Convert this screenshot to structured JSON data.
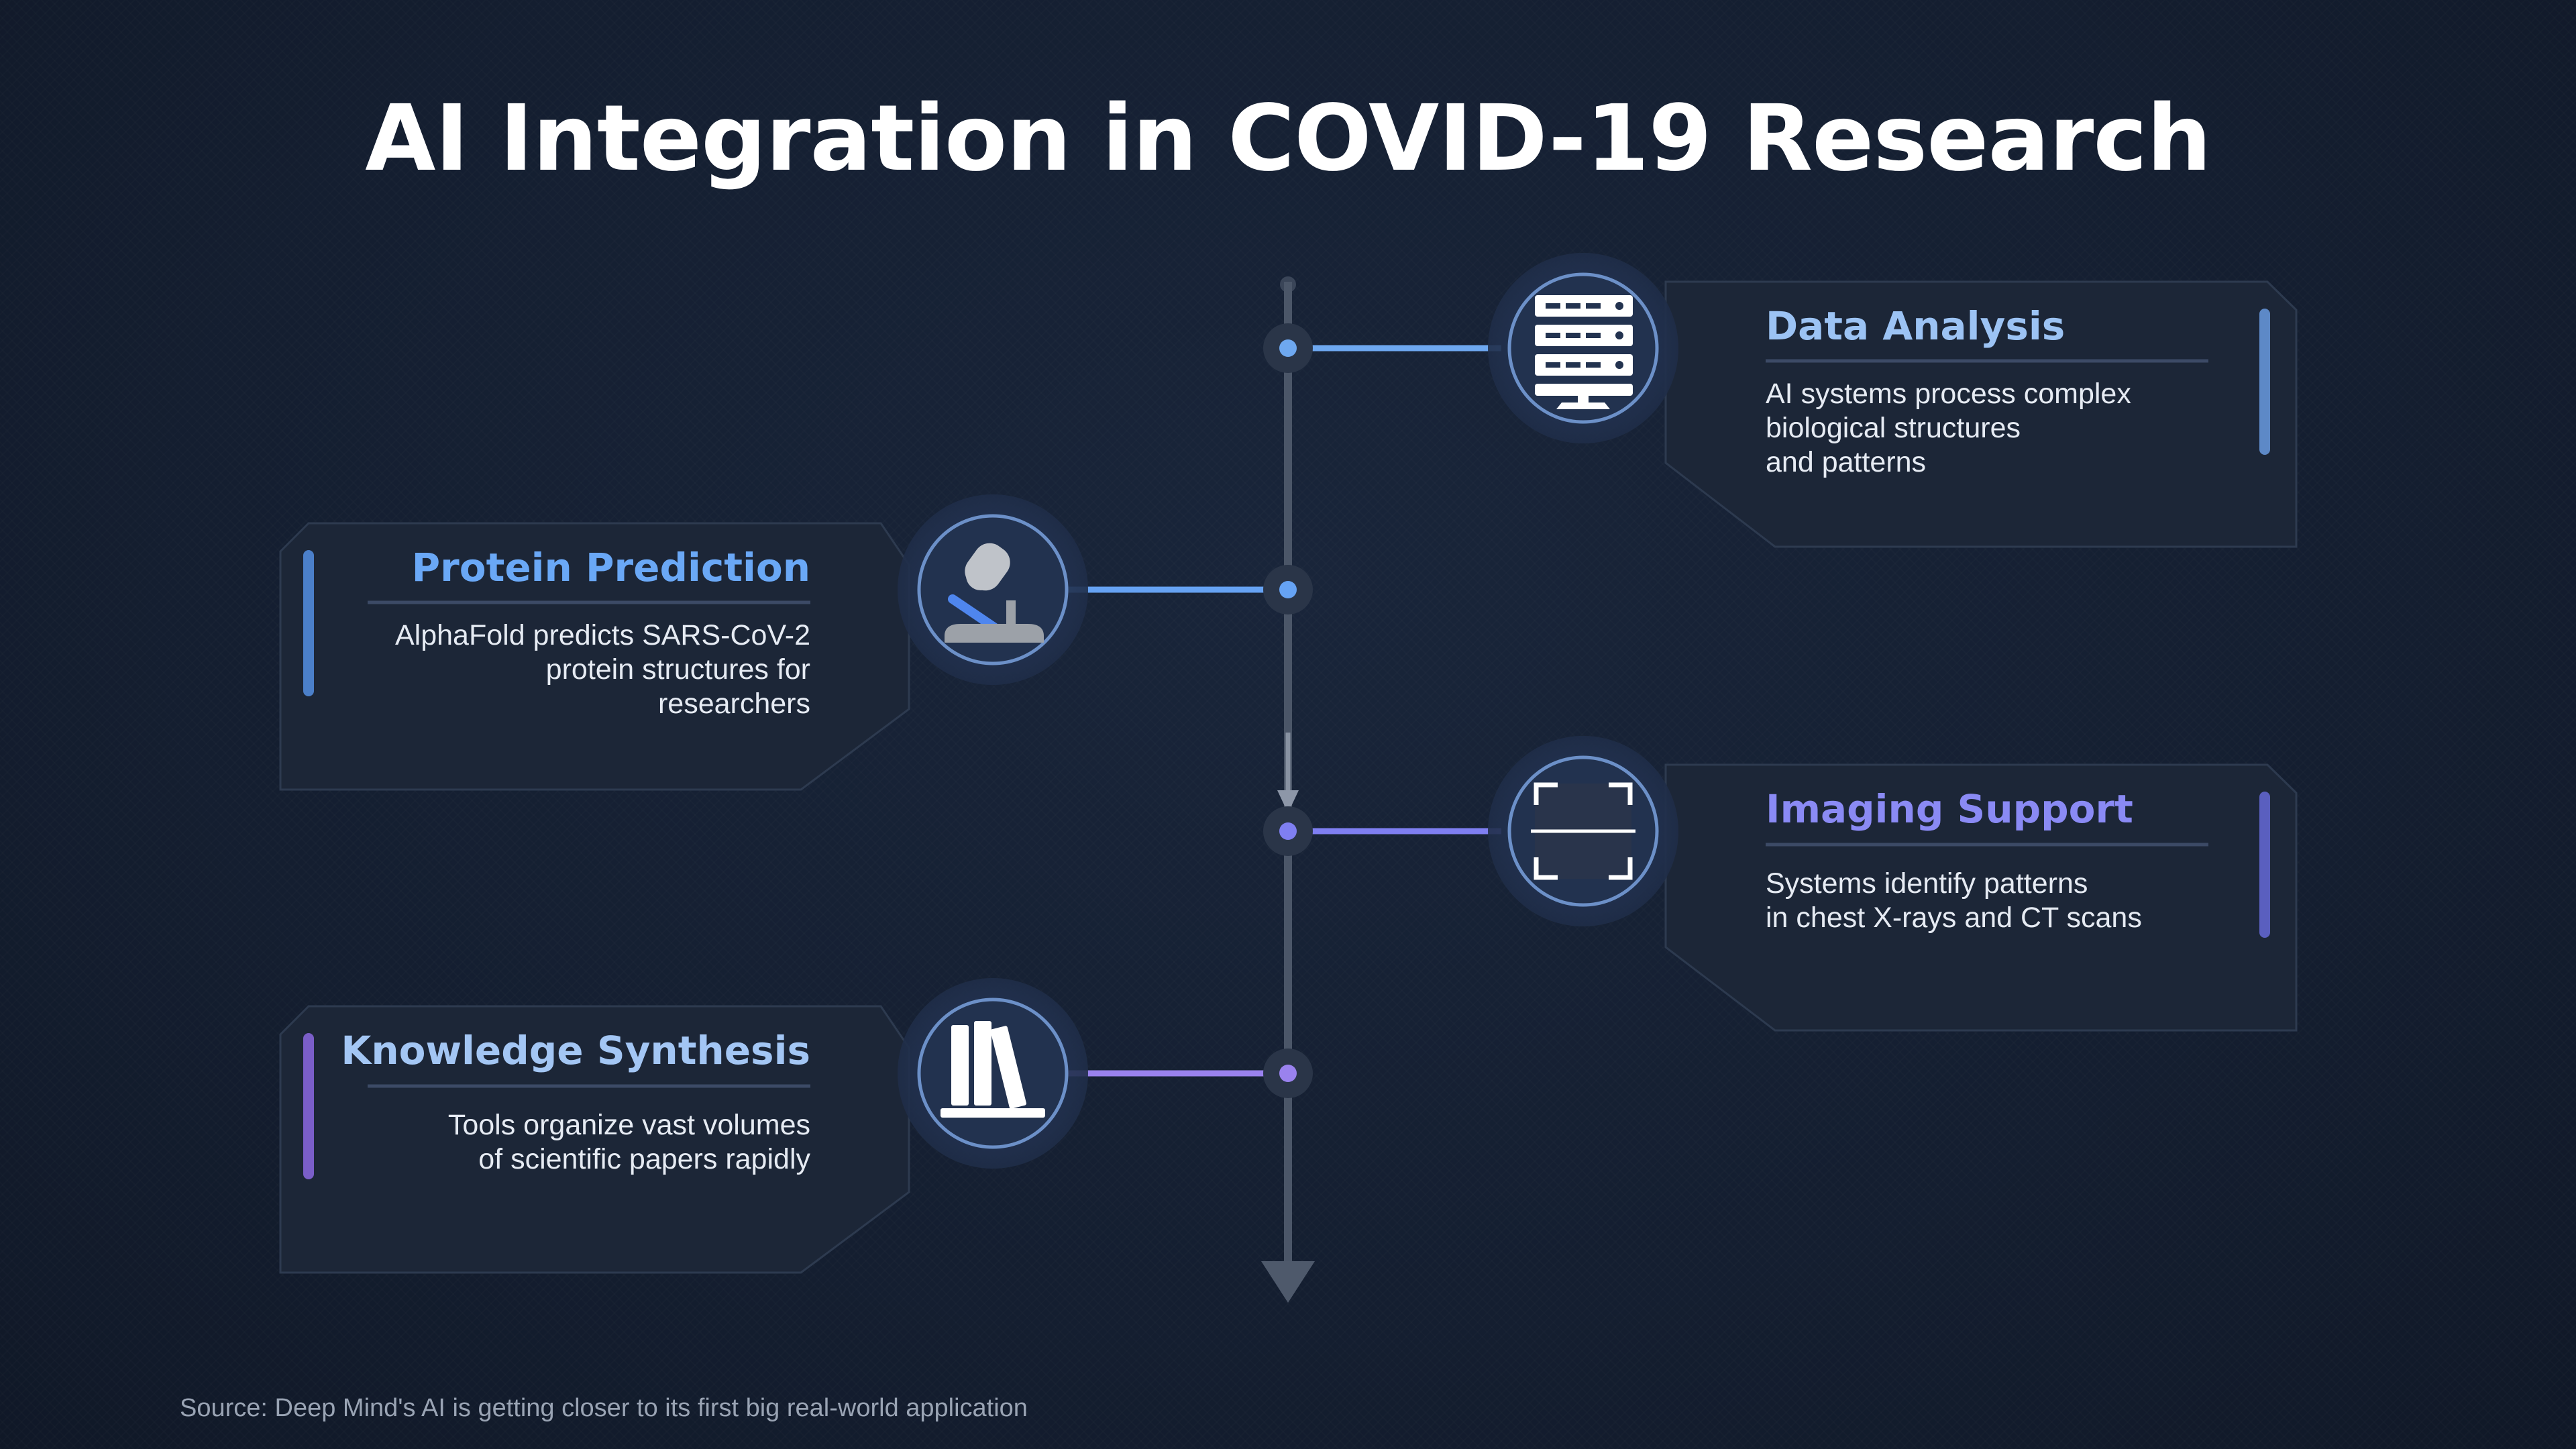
{
  "title": "AI Integration in COVID-19 Research",
  "source": "Source: Deep Mind's AI is getting closer to its first big real-world application",
  "colors": {
    "background": "#131d2f",
    "card_fill": "#1c2637",
    "card_border": "#2d3a4f",
    "axis": "#4b5668",
    "protein": "#66a3f4",
    "data": "#6ea8f0",
    "imaging": "#7f7ff2",
    "knowledge": "#9a82ee"
  },
  "milestones": [
    {
      "id": "data-analysis",
      "title": "Data Analysis",
      "desc": [
        "AI systems process complex",
        "biological structures",
        "and patterns"
      ],
      "icon": "server-icon",
      "color": "#6ea8f0"
    },
    {
      "id": "protein-prediction",
      "title": "Protein Prediction",
      "desc": [
        "AlphaFold predicts SARS-CoV-2",
        "protein structures for",
        "researchers"
      ],
      "icon": "microscope-icon",
      "color": "#66a3f4"
    },
    {
      "id": "imaging-support",
      "title": "Imaging Support",
      "desc": [
        "Systems identify patterns",
        "in chest X-rays and CT scans"
      ],
      "icon": "scan-frame-icon",
      "color": "#7f7ff2"
    },
    {
      "id": "knowledge-synthesis",
      "title": "Knowledge Synthesis",
      "desc": [
        "Tools organize vast volumes",
        "of scientific papers rapidly"
      ],
      "icon": "books-icon",
      "color": "#9a82ee"
    }
  ]
}
